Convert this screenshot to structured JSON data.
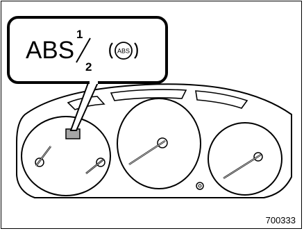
{
  "callout": {
    "text_abs": "ABS",
    "superscript": "1",
    "subscript": "2",
    "icon_text": "ABS"
  },
  "figure_number": "700333",
  "icons": {
    "abs_warning_icon": "abs-warning-icon",
    "indicator_lamp": "warning-lamp-indicator"
  },
  "colors": {
    "line": "#000000",
    "lamp_fill": "#a6a6a6",
    "background": "#ffffff"
  }
}
